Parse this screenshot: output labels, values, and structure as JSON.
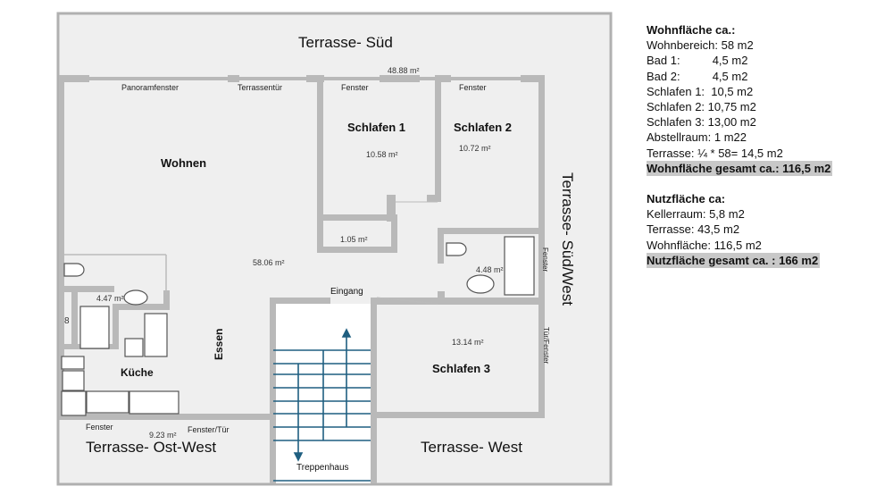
{
  "plan": {
    "terraces": {
      "sued": "Terrasse- Süd",
      "sued_west": "Terrasse- Süd/West",
      "ost_west": "Terrasse- Ost-West",
      "west": "Terrasse- West"
    },
    "rooms": {
      "wohnen": "Wohnen",
      "schlafen1": "Schlafen 1",
      "schlafen2": "Schlafen 2",
      "schlafen3": "Schlafen 3",
      "kueche": "Küche",
      "essen": "Essen",
      "treppenhaus": "Treppenhaus",
      "eingang": "Eingang"
    },
    "areas": {
      "terrasse_sued": "48.88 m²",
      "schlafen1": "10.58 m²",
      "schlafen2": "10.72 m²",
      "abstell": "1.05 m²",
      "wohnen": "58.06 m²",
      "bad1": "4.47 m²",
      "bad2": "4.48 m²",
      "schlafen3": "13.14 m²",
      "terrasse_ost": "9.23 m²",
      "small": "8"
    },
    "openings": {
      "panorama": "Panoramfenster",
      "terrassentuer": "Terrassentür",
      "fenster1": "Fenster",
      "fenster2": "Fenster",
      "fenster_bad2": "Fenster",
      "tuer_fenster": "Tür/Fenster",
      "fenster_kueche": "Fenster",
      "fenster_tuer": "Fenster/Tür"
    },
    "colors": {
      "wall": "#b9b9b9",
      "floor": "#efefef",
      "stairs": "#1f5f80"
    }
  },
  "info": {
    "wohn_title": "Wohnfläche ca.:",
    "wohn_items": [
      "Wohnbereich: 58 m2",
      "Bad 1:          4,5 m2",
      "Bad 2:          4,5 m2",
      "Schlafen 1:  10,5 m2",
      "Schlafen 2: 10,75 m2",
      "Schlafen 3: 13,00 m2",
      "Abstellraum: 1 m22",
      "Terrasse: ¼ * 58= 14,5 m2"
    ],
    "wohn_total": "Wohnfläche gesamt ca.: 116,5 m2",
    "nutz_title": "Nutzfläche ca:",
    "nutz_items": [
      "Kellerraum: 5,8 m2",
      "Terrasse: 43,5 m2",
      "Wohnfläche: 116,5 m2"
    ],
    "nutz_total": "Nutzfläche gesamt ca. : 166 m2"
  }
}
